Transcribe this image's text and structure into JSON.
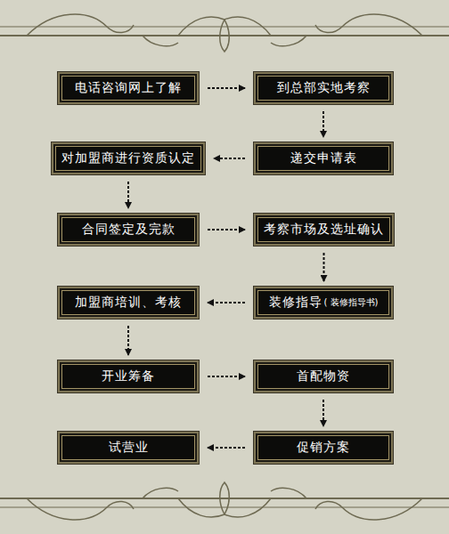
{
  "diagram": {
    "nodes": [
      {
        "text": [
          "电话咨询网上了解"
        ]
      },
      {
        "text": [
          "到总部实地考察"
        ]
      },
      {
        "text": [
          "递交申请表"
        ]
      },
      {
        "text": [
          "对加盟商进行资质认定"
        ]
      },
      {
        "text": [
          "合同签定及完款"
        ]
      },
      {
        "text": [
          "考察市场及选址确认"
        ]
      },
      {
        "text": [
          "装修指导",
          "( 装修指导书)"
        ]
      },
      {
        "text": [
          "加盟商培训、考核"
        ]
      },
      {
        "text": [
          "开业筹备"
        ]
      },
      {
        "text": [
          "首配物资"
        ]
      },
      {
        "text": [
          "促销方案"
        ]
      },
      {
        "text": [
          "试营业"
        ]
      }
    ],
    "edges": [
      {
        "from": 0,
        "to": 1,
        "arrow": "to"
      },
      {
        "from": 1,
        "to": 2,
        "arrow": "to"
      },
      {
        "from": 2,
        "to": 3,
        "arrow": "to"
      },
      {
        "from": 3,
        "to": 4,
        "arrow": "to"
      },
      {
        "from": 4,
        "to": 5,
        "arrow": "to"
      },
      {
        "from": 5,
        "to": 6,
        "arrow": "to"
      },
      {
        "from": 6,
        "to": 7,
        "arrow": "to"
      },
      {
        "from": 7,
        "to": 8,
        "arrow": "to"
      },
      {
        "from": 8,
        "to": 9,
        "arrow": "to"
      },
      {
        "from": 9,
        "to": 10,
        "arrow": "to"
      },
      {
        "from": 10,
        "to": 11,
        "arrow": "to"
      }
    ]
  }
}
